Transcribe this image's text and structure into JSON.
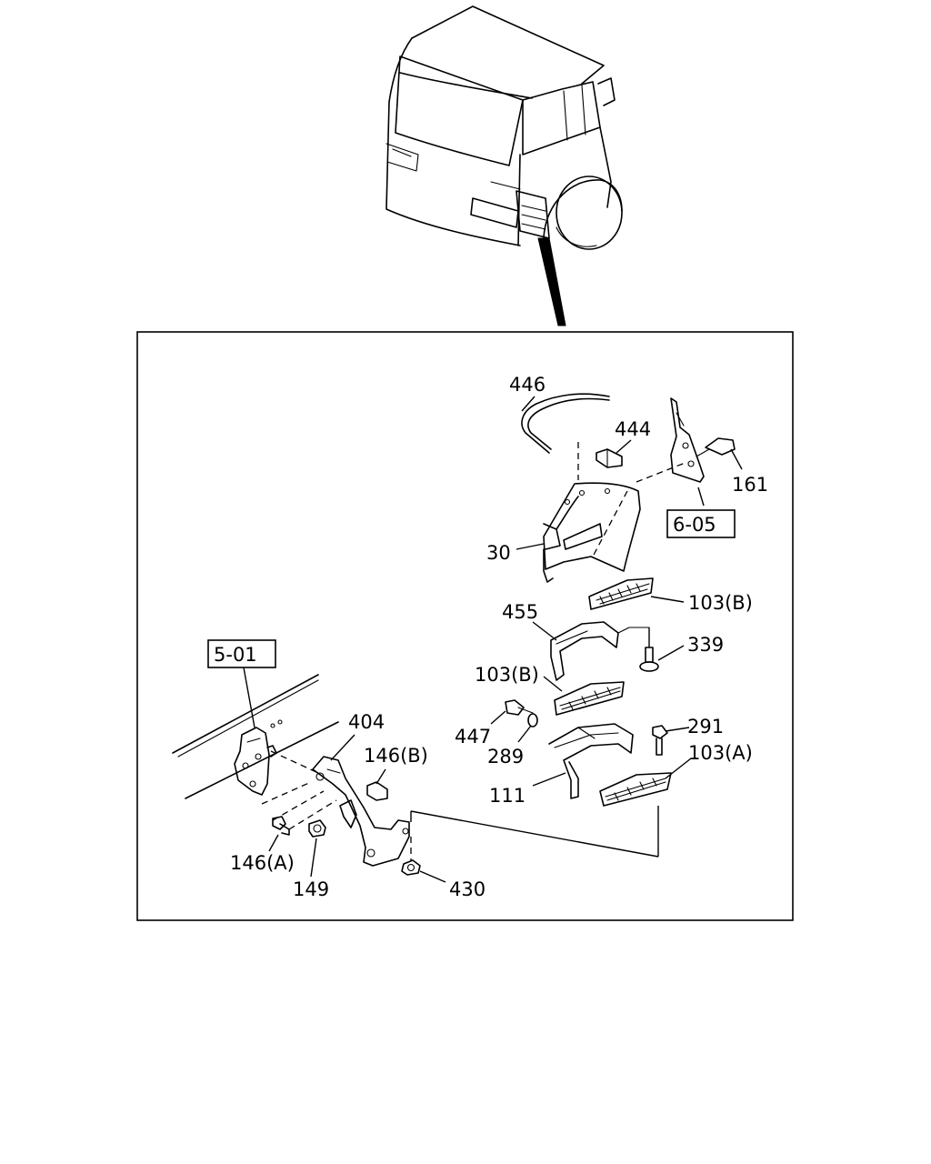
{
  "callouts": {
    "c446": "446",
    "c444": "444",
    "c161": "161",
    "c30": "30",
    "c103b_top": "103(B)",
    "c455": "455",
    "c339": "339",
    "c103b_mid": "103(B)",
    "c447": "447",
    "c289": "289",
    "c291": "291",
    "c103a": "103(A)",
    "c111": "111",
    "c404": "404",
    "c146b": "146(B)",
    "c146a": "146(A)",
    "c149": "149",
    "c430": "430"
  },
  "refs": {
    "ref_6_05": "6-05",
    "ref_5_01": "5-01"
  },
  "icons": {
    "truck": "truck-cab-icon"
  }
}
